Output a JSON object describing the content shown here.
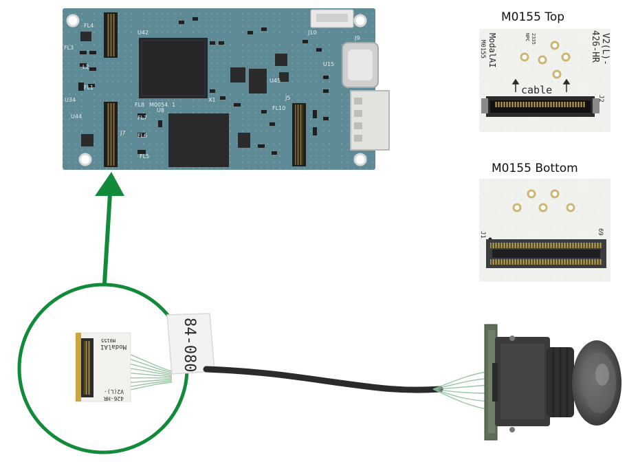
{
  "captions": {
    "top": "M0155 Top",
    "bottom": "M0155 Bottom"
  },
  "main_board": {
    "part_label": "M0054",
    "silkscreen": {
      "fl4": "FL4",
      "u42": "U42",
      "fl3": "FL3",
      "l2": "L2",
      "fl1": "FL1",
      "u34": "U34",
      "fl8": "FL8",
      "u8": "U8",
      "fl7": "FL7",
      "j7": "J7",
      "fl6": "FL6",
      "fl5": "FL5",
      "u44": "U44",
      "j9": "J9",
      "j10": "J10",
      "u15": "U15",
      "x1": "X1",
      "fl10": "FL10",
      "u45": "U45",
      "j5": "J5",
      "rev": "1"
    }
  },
  "adapter_top": {
    "brand": "ModalAI",
    "part": "M0155",
    "date_code": "2335",
    "date_code_prefix": "NPC",
    "version": "V2(L)-",
    "sensor": "426-HR",
    "cable_label": "cable",
    "pin_label": "J2"
  },
  "adapter_bottom": {
    "pin_start": "J1",
    "pin_end": "69"
  },
  "cable": {
    "tag_text": "84-080"
  },
  "small_adapter": {
    "brand": "ModalAI",
    "part": "M0155",
    "version": "V2(L)-",
    "sensor": "426-HR"
  },
  "colors": {
    "pcb_blue": "#5e8a96",
    "highlight_green": "#118a3a",
    "adapter_white": "#f1f1ee",
    "cable_black": "#2b2b2b"
  }
}
